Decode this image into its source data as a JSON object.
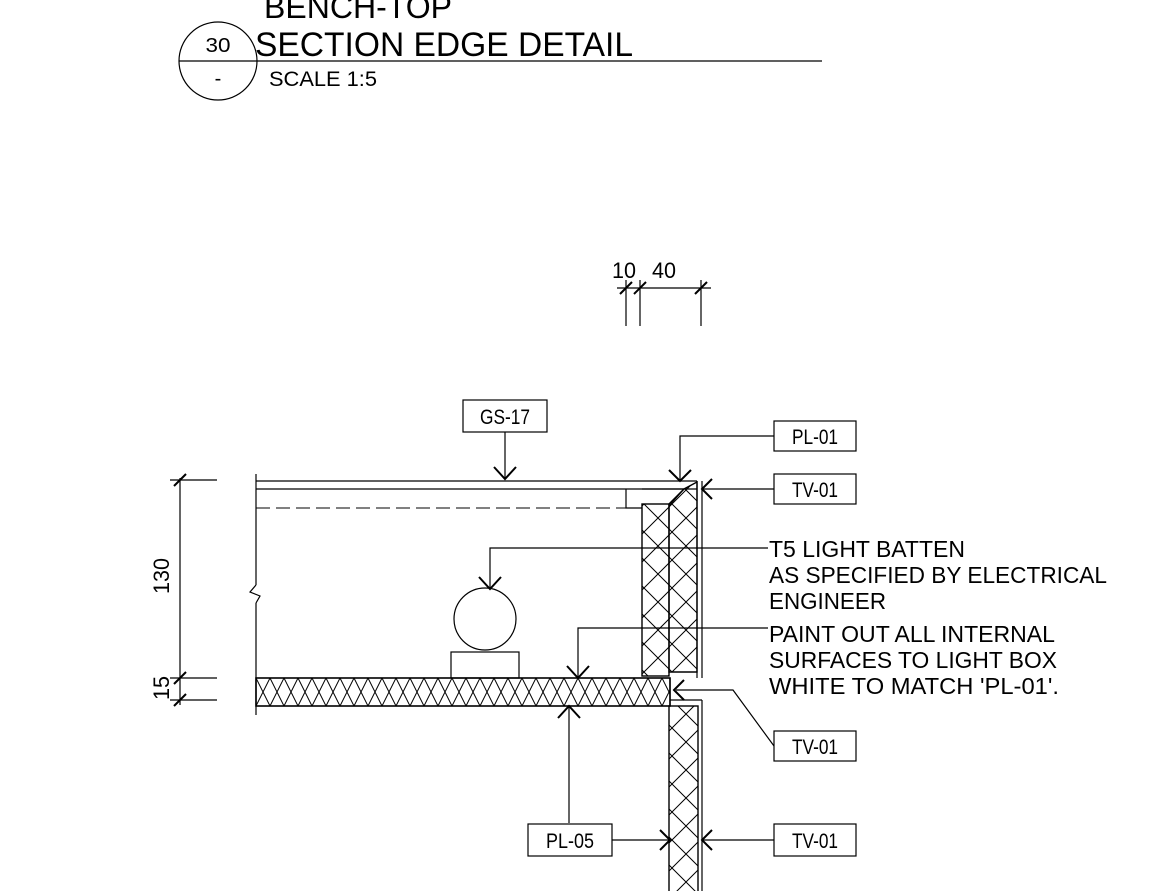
{
  "title_block": {
    "detail_number": "30",
    "sheet_ref": "-",
    "title_line1": "BENCH-TOP",
    "title_line2": "SECTION EDGE DETAIL",
    "scale": "SCALE 1:5"
  },
  "dimensions": {
    "top_left": "10",
    "top_right": "40",
    "height_main": "130",
    "height_base": "15"
  },
  "tags": {
    "gs17": "GS-17",
    "pl01": "PL-01",
    "tv01_top": "TV-01",
    "tv01_mid": "TV-01",
    "tv01_bottom": "TV-01",
    "pl05": "PL-05"
  },
  "notes": {
    "light_batten": [
      "T5 LIGHT BATTEN",
      "AS SPECIFIED BY ELECTRICAL",
      "ENGINEER"
    ],
    "paint_out": [
      "PAINT OUT ALL INTERNAL",
      "SURFACES TO LIGHT BOX",
      "WHITE TO MATCH 'PL-01'."
    ]
  }
}
